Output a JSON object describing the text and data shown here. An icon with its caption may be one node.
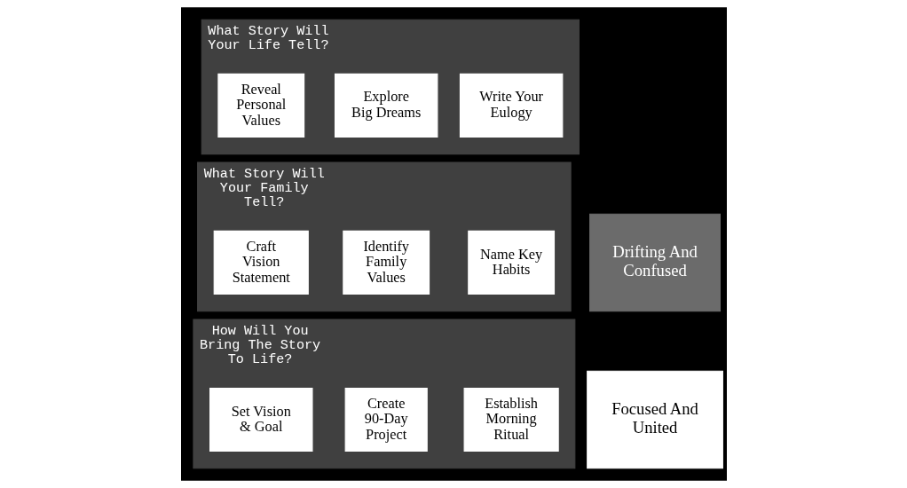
{
  "diagram": {
    "nodes": [
      {
        "text": [
          "How Will You Bring The Story To Life?"
        ]
      },
      {
        "text": [
          "Set Vision & Goal"
        ],
        "in": 0
      },
      {
        "text": [
          "Create 90-Day Project"
        ],
        "in": 0
      },
      {
        "text": [
          "Establish Morning Ritual"
        ],
        "in": 0
      },
      {
        "text": [
          "Focused And United"
        ]
      },
      {
        "text": [
          "What Story Will Your Family Tell?"
        ]
      },
      {
        "text": [
          "Craft Vision Statement"
        ],
        "in": 5
      },
      {
        "text": [
          "Identify Family Values"
        ],
        "in": 5
      },
      {
        "text": [
          "Name Key Habits"
        ],
        "in": 5
      },
      {
        "text": [
          "Drifting And Confused"
        ]
      },
      {
        "text": [
          "What Story Will Your Life Tell?"
        ]
      },
      {
        "text": [
          "Reveal Personal Values"
        ],
        "in": 10
      },
      {
        "text": [
          "Explore Big Dreams"
        ],
        "in": 10
      },
      {
        "text": [
          "Write Your Eulogy"
        ],
        "in": 10
      }
    ],
    "edges": []
  }
}
